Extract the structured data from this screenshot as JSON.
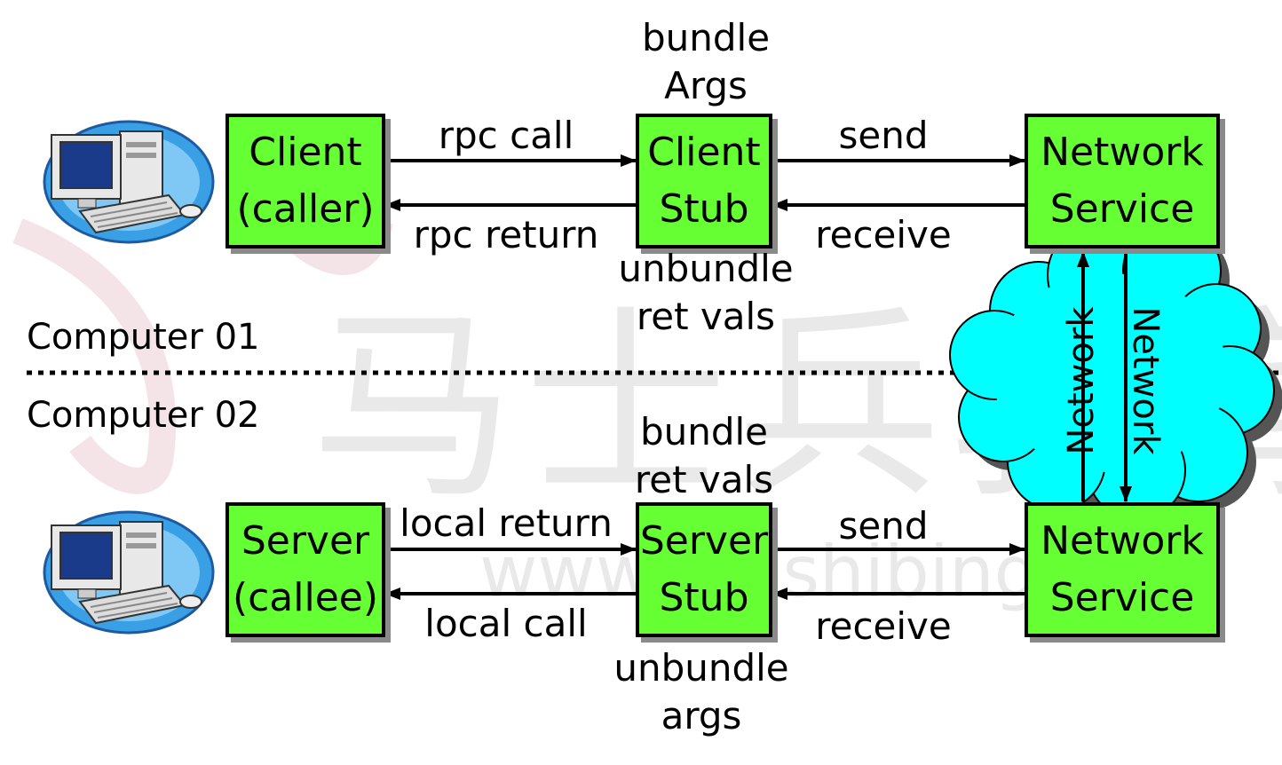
{
  "computers": {
    "top_label": "Computer 01",
    "bottom_label": "Computer 02"
  },
  "boxes": {
    "client": [
      "Client",
      "(caller)"
    ],
    "client_stub": [
      "Client",
      "Stub"
    ],
    "network_service_top": [
      "Network",
      "Service"
    ],
    "server": [
      "Server",
      "(callee)"
    ],
    "server_stub": [
      "Server",
      "Stub"
    ],
    "network_service_bottom": [
      "Network",
      "Service"
    ]
  },
  "labels": {
    "bundle_args": [
      "bundle",
      "Args"
    ],
    "unbundle_ret_vals": [
      "unbundle",
      "ret vals"
    ],
    "bundle_ret_vals": [
      "bundle",
      "ret vals"
    ],
    "unbundle_args": [
      "unbundle",
      "args"
    ],
    "rpc_call": "rpc call",
    "rpc_return": "rpc return",
    "send_top": "send",
    "receive_top": "receive",
    "local_return": "local return",
    "local_call": "local call",
    "send_bottom": "send",
    "receive_bottom": "receive",
    "network_up": "Network",
    "network_down": "Network"
  },
  "watermark": {
    "chars": "马士兵教育",
    "url": "www.mashibing.com"
  },
  "colors": {
    "box_fill": "#66ff33",
    "cloud_fill": "#00ffff",
    "line": "#000000"
  },
  "icons": [
    "computer-icon",
    "computer-icon"
  ]
}
